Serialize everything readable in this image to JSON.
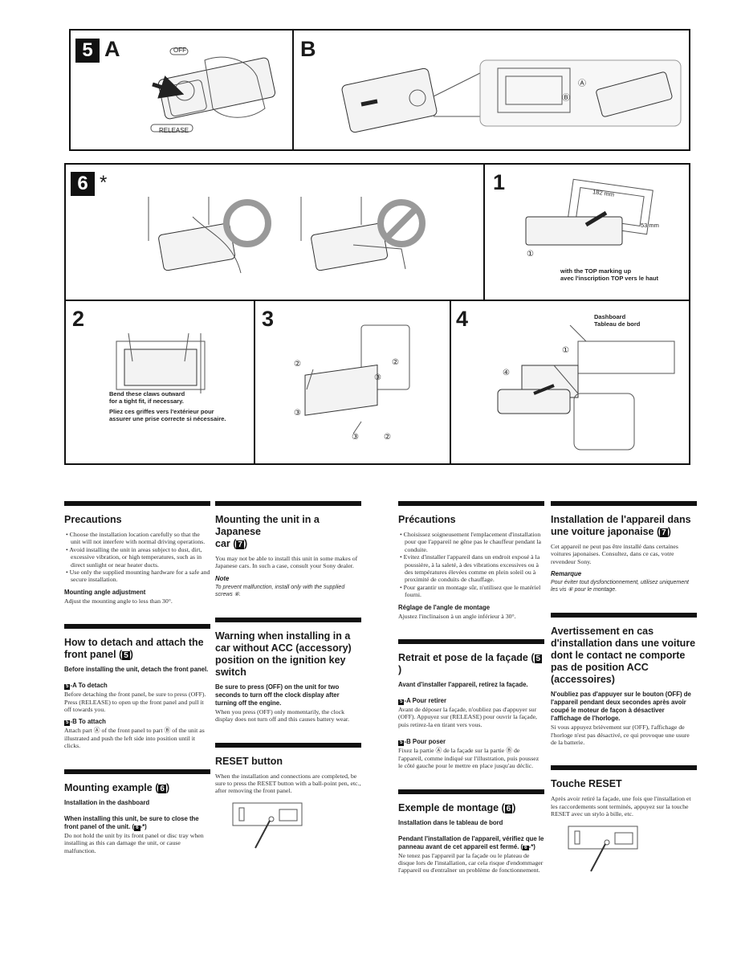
{
  "figure5": {
    "label_num": "5",
    "label_a": "A",
    "label_b": "B",
    "off_label": "OFF",
    "release_label": "RELEASE",
    "part_a": "Ⓐ",
    "part_b": "Ⓑ"
  },
  "figure6": {
    "label_num": "6",
    "asterisk": "*",
    "step1": "1",
    "step2": "2",
    "step3": "3",
    "step4": "4",
    "dim_182": "182 mm",
    "dim_53": "53 mm",
    "circ1": "①",
    "circ2": "②",
    "circ3": "③",
    "circ4": "④",
    "top_marking_en": "with the TOP marking up",
    "top_marking_fr": "avec l'inscription TOP vers le haut",
    "claws_en_1": "Bend these claws outward",
    "claws_en_2": "for a tight fit, if necessary.",
    "claws_fr_1": "Pliez ces griffes vers l'extérieur pour",
    "claws_fr_2": "assurer une prise correcte si nécessaire.",
    "dashboard_en": "Dashboard",
    "dashboard_fr": "Tableau de bord"
  },
  "col1": {
    "precautions_title": "Precautions",
    "prec_1": "• Choose the installation location carefully so that the unit will not interfere with normal driving operations.",
    "prec_2": "• Avoid installing the unit in areas subject to dust, dirt, excessive vibration, or high temperatures, such as in direct sunlight or near heater ducts.",
    "prec_3": "• Use only the supplied mounting hardware for a safe and secure installation.",
    "angle_title": "Mounting angle adjustment",
    "angle_text": "Adjust the mounting angle to less than 30°.",
    "detach_title_1": "How to detach and attach the",
    "detach_title_2": "front panel (",
    "detach_title_num": "5",
    "detach_title_3": ")",
    "detach_intro": "Before installing the unit, detach the front panel.",
    "detach_a_num": "5",
    "detach_a_title": "-A  To detach",
    "detach_a_text": "Before detaching the front panel, be sure to press (OFF). Press (RELEASE) to open up the front panel and pull it off towards you.",
    "attach_b_num": "5",
    "attach_b_title": "-B  To attach",
    "attach_b_text": "Attach part Ⓐ of the front panel to part Ⓑ of the unit as illustrated and push the left side into position until it clicks.",
    "mount_title": "Mounting example (",
    "mount_title_num": "6",
    "mount_title_end": ")",
    "mount_sub": "Installation in the dashboard",
    "mount_warn_1": "When installing this unit, be sure to close the front panel of the unit. (",
    "mount_warn_num": "6",
    "mount_warn_2": "-*)",
    "mount_text": "Do not hold the unit by its front panel or disc tray when installing as this can damage the unit, or cause malfunction."
  },
  "col2": {
    "jp_title_1": "Mounting the unit in a Japanese",
    "jp_title_2": "car (",
    "jp_title_num": "7",
    "jp_title_3": ")",
    "jp_text": "You may not be able to install this unit in some makes of Japanese cars. In such a case, consult your Sony dealer.",
    "note_title": "Note",
    "note_text": "To prevent malfunction, install only with the supplied screws ⑥.",
    "acc_title": "Warning when installing in a car without ACC (accessory) position on the ignition key switch",
    "acc_sub": "Be sure to press (OFF) on the unit for two seconds to turn off the clock display after turning off the engine.",
    "acc_text": "When you press (OFF) only momentarily, the clock display does not turn off and this causes battery wear.",
    "reset_title": "RESET button",
    "reset_text": "When the installation and connections are completed, be sure to press the RESET button with a ball-point pen, etc., after removing the front panel."
  },
  "col3": {
    "prec_title": "Précautions",
    "prec_1": "• Choisissez soigneusement l'emplacement d'installation pour que l'appareil ne gêne pas le chauffeur pendant la conduite.",
    "prec_2": "• Evitez d'installer l'appareil dans un endroit exposé à la poussière, à la saleté, à des vibrations excessives ou à des températures élevées comme en plein soleil ou à proximité de conduits de chauffage.",
    "prec_3": "• Pour garantir un montage sûr, n'utilisez que le matériel fourni.",
    "angle_title": "Réglage de l'angle de montage",
    "angle_text": "Ajustez l'inclinaison à un angle inférieur à 30°.",
    "retrait_title": "Retrait et pose de la façade (",
    "retrait_num": "5",
    "retrait_end": ")",
    "retrait_intro": "Avant d'installer l'appareil, retirez la façade.",
    "a_num": "5",
    "a_title": "-A  Pour retirer",
    "a_text": "Avant de déposer la façade, n'oubliez pas d'appuyer sur (OFF). Appuyez sur (RELEASE) pour ouvrir la façade, puis retirez-la en tirant vers vous.",
    "b_num": "5",
    "b_title": "-B  Pour poser",
    "b_text": "Fixez la partie Ⓐ de la façade sur la partie Ⓑ de l'appareil, comme indiqué sur l'illustration, puis poussez le côté gauche pour le mettre en place jusqu'au déclic.",
    "ex_title": "Exemple de montage (",
    "ex_num": "6",
    "ex_end": ")",
    "ex_sub": "Installation dans le tableau de bord",
    "ex_warn_1": "Pendant l'installation de l'appareil, vérifiez que le panneau avant de cet appareil est fermé. (",
    "ex_warn_num": "6",
    "ex_warn_2": "-*)",
    "ex_text": "Ne tenez pas l'appareil par la façade ou le plateau de disque lors de l'installation, car cela risque d'endommager l'appareil ou d'entraîner un problème de fonctionnement."
  },
  "col4": {
    "jp_title_1": "Installation de l'appareil dans",
    "jp_title_2": "une voiture japonaise (",
    "jp_num": "7",
    "jp_end": ")",
    "jp_text": "Cet appareil ne peut pas être installé dans certaines voitures japonaises. Consultez, dans ce cas, votre revendeur Sony.",
    "rem_title": "Remarque",
    "rem_text": "Pour éviter tout dysfonctionnement, utilisez uniquement les vis ⑥ pour le montage.",
    "acc_title": "Avertissement en cas d'installation dans une voiture dont le contact ne comporte pas de position ACC (accessoires)",
    "acc_sub": "N'oubliez pas d'appuyer sur le bouton (OFF) de l'appareil pendant deux secondes après avoir coupé le moteur de façon à désactiver l'affichage de l'horloge.",
    "acc_text": "Si vous appuyez brièvement sur (OFF), l'affichage de l'horloge n'est pas désactivé, ce qui provoque une usure de la batterie.",
    "reset_title": "Touche RESET",
    "reset_text": "Après avoir retiré la façade, une fois que l'installation et les raccordements sont terminés, appuyez sur la touche RESET avec un stylo à bille, etc."
  }
}
